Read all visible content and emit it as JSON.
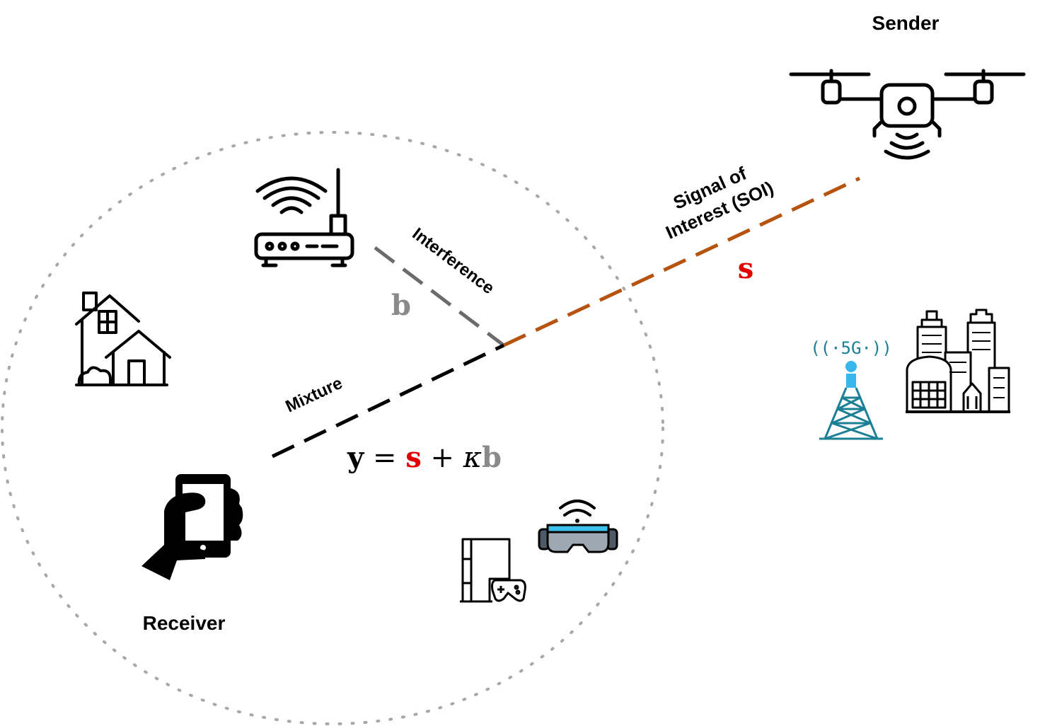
{
  "labels": {
    "sender": "Sender",
    "receiver": "Receiver",
    "soi_line1": "Signal of",
    "soi_line2": "Interest (SOI)",
    "interference": "Interference",
    "mixture": "Mixture",
    "soi_symbol": "s",
    "interference_symbol": "b",
    "equation": {
      "lhs": "y",
      "equals": " = ",
      "s": "s",
      "plus": " + ",
      "kappa": "κ",
      "b": "b"
    },
    "tower_text": "((·5G·))"
  },
  "colors": {
    "soi_line": "#b5530f",
    "soi_symbol": "#e00000",
    "interference_line": "#6b6b6b",
    "interference_symbol": "#8a8a8a",
    "mixture_line": "#000000",
    "circle": "#a8a8a8",
    "tower": "#1b7f95",
    "tower_light": "#36b6ea",
    "vr_accent": "#3cc0ec"
  },
  "icons": [
    "drone-icon",
    "router-icon",
    "house-icon",
    "phone-in-hand-icon",
    "game-console-icon",
    "vr-headset-icon",
    "5g-tower-icon",
    "city-buildings-icon"
  ]
}
